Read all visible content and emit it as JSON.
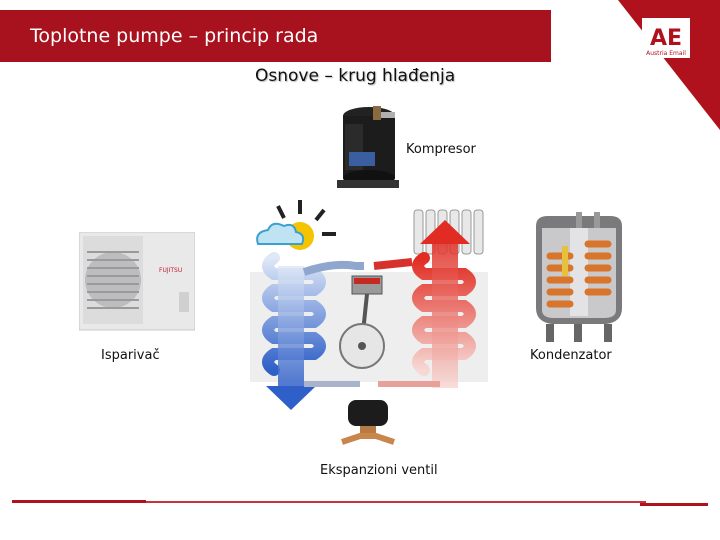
{
  "slide": {
    "title": "Toplotne pumpe – princip rada",
    "subtitle": "Osnove – krug hlađenja"
  },
  "logo": {
    "mark": "AE",
    "text": "Austria Email",
    "color": "#b0121d"
  },
  "labels": {
    "compressor": "Kompresor",
    "evaporator": "Isparivač",
    "condenser": "Kondenzator",
    "expansion_valve": "Ekspanzioni ventil"
  },
  "outdoor_unit": {
    "brand": "FUJITSU"
  },
  "colors": {
    "accent": "#a8111e",
    "cold": "#3a6fd8",
    "hot": "#e8463a"
  }
}
